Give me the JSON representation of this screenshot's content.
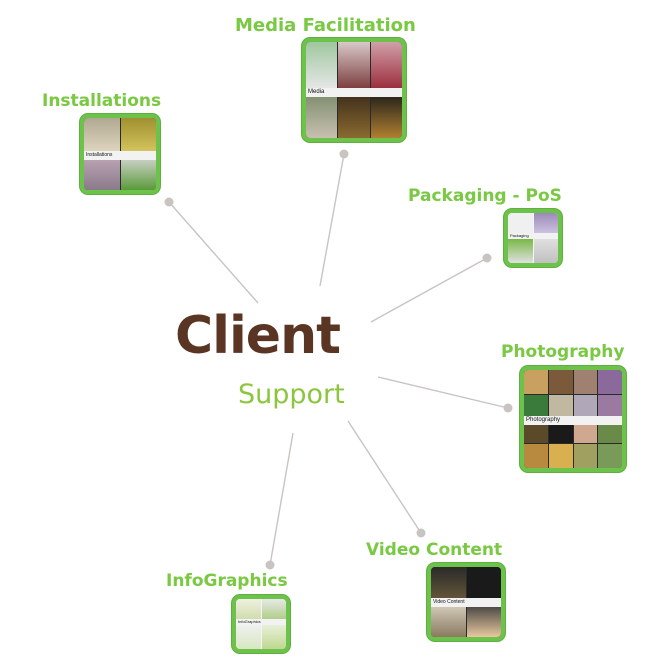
{
  "center": {
    "title": "Client",
    "subtitle": "Support"
  },
  "nodes": [
    {
      "key": "media",
      "label": "Media Facilitation",
      "caption": "Media"
    },
    {
      "key": "installations",
      "label": "Installations",
      "caption": "Installations"
    },
    {
      "key": "packaging",
      "label": "Packaging - PoS",
      "caption": "Packaging"
    },
    {
      "key": "photography",
      "label": "Photography",
      "caption": "Photography"
    },
    {
      "key": "video",
      "label": "Video Content",
      "caption": "Video Content"
    },
    {
      "key": "infographics",
      "label": "InfoGraphics",
      "caption": "InfoGraphics"
    }
  ],
  "colors": {
    "accent": "#7ac943",
    "brand": "#5a3524",
    "line": "#c8c4c2",
    "frame": "#6cc24a"
  }
}
